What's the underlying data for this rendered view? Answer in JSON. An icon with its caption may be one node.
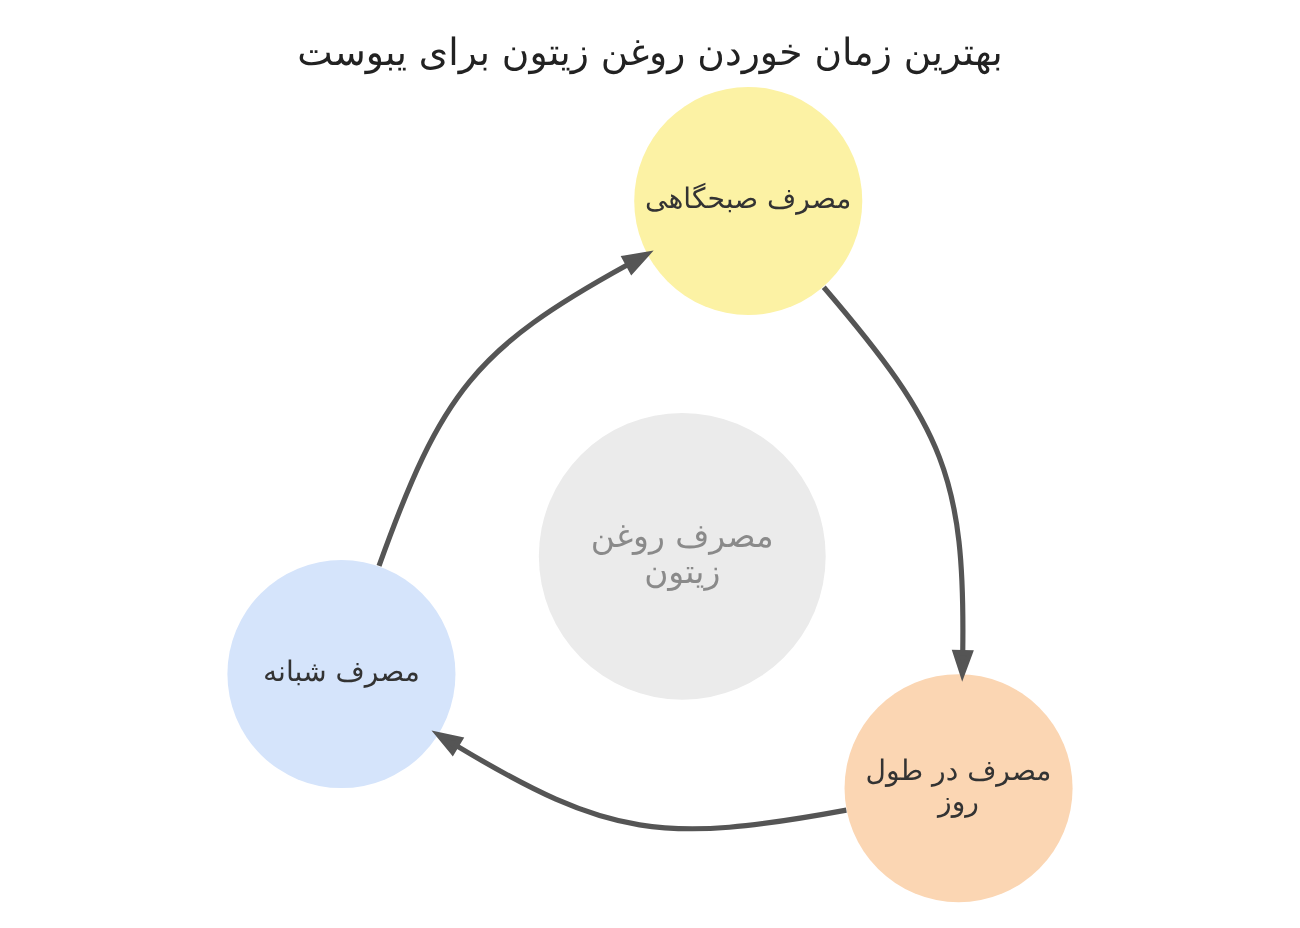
{
  "diagram": {
    "title": "بهترین زمان خوردن روغن زیتون برای یبوست",
    "nodes": [
      {
        "text": [
          "مصرف روغن زیتون"
        ]
      },
      {
        "text": [
          "مصرف صبحگاهی"
        ]
      },
      {
        "text": [
          "مصرف در طول روز"
        ]
      },
      {
        "text": [
          "مصرف شبانه"
        ]
      }
    ],
    "edges": [
      {
        "from": 1,
        "to": 2,
        "arrow": "to"
      },
      {
        "from": 2,
        "to": 3,
        "arrow": "to"
      },
      {
        "from": 3,
        "to": 1,
        "arrow": "to"
      }
    ]
  }
}
